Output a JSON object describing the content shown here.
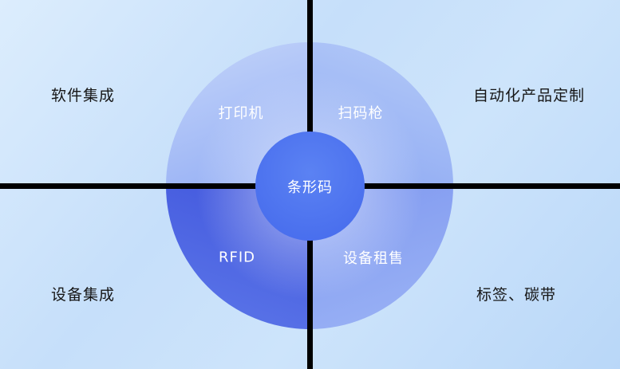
{
  "diagram": {
    "center_label": "条形码",
    "ring_segments": [
      {
        "id": "top-left",
        "label": "打印机"
      },
      {
        "id": "top-right",
        "label": "扫码枪"
      },
      {
        "id": "bottom-left",
        "label": "RFID"
      },
      {
        "id": "bottom-right",
        "label": "设备租售"
      }
    ],
    "corner_labels": [
      {
        "position": "top-left",
        "label": "软件集成"
      },
      {
        "position": "top-right",
        "label": "自动化产品定制"
      },
      {
        "position": "bottom-left",
        "label": "设备集成"
      },
      {
        "position": "bottom-right",
        "label": "标签、碳带"
      }
    ],
    "colors": {
      "background_start": "#dcedfd",
      "background_end": "#b9d7f8",
      "divider": "#000000",
      "center_circle": "#4a72ee",
      "segment_light": "#9db8f5",
      "segment_dark": "#4156dd",
      "segment_text": "#ffffff",
      "corner_text": "#161616"
    }
  }
}
